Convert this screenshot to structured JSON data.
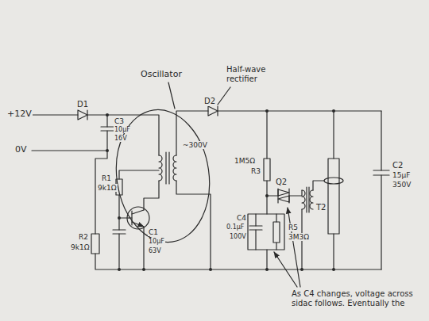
{
  "diagram": {
    "labels": [
      "+12V",
      "0V",
      "D1",
      "C3",
      "10μF",
      "16V",
      "Oscillator",
      "~300V",
      "R1",
      "9k1Ω",
      "Half-wave rectifier",
      "D2",
      "1M5Ω",
      "R3",
      "Q2",
      "T2",
      "C2",
      "15μF",
      "350V",
      "R2",
      "9k1Ω",
      "C1",
      "10μF",
      "63V",
      "C4",
      "0.1μF",
      "100V",
      "R5",
      "3M3Ω",
      "As C4 changes, voltage across sidac follows. Eventually the"
    ]
  }
}
